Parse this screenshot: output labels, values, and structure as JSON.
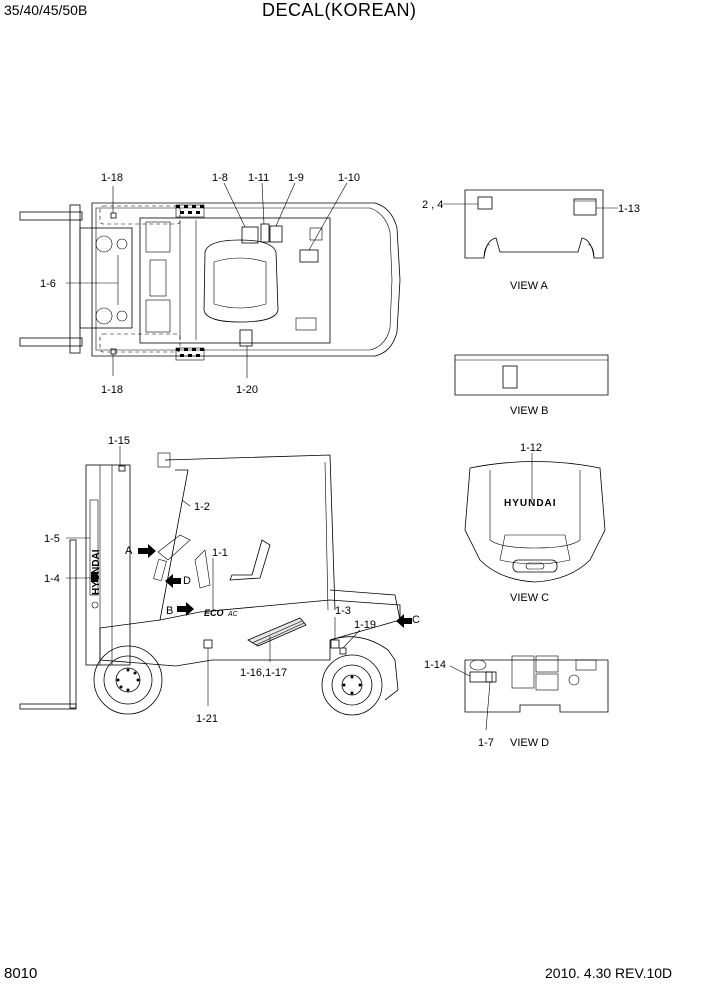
{
  "header": {
    "model": "35/40/45/50B",
    "title": "DECAL(KOREAN)"
  },
  "footer": {
    "page": "8010",
    "revision": "2010. 4.30  REV.10D"
  },
  "views": {
    "a": "VIEW A",
    "b": "VIEW B",
    "c": "VIEW C",
    "d": "VIEW D"
  },
  "top_view": {
    "l_1_18_top": "1-18",
    "l_1_8": "1-8",
    "l_1_11": "1-11",
    "l_1_9": "1-9",
    "l_1_10": "1-10",
    "l_1_6": "1-6",
    "l_1_18_bottom": "1-18",
    "l_1_20": "1-20"
  },
  "view_a_labels": {
    "l_2_4": "2 , 4",
    "l_1_13": "1-13"
  },
  "view_c_labels": {
    "l_1_12": "1-12",
    "brand": "HYUNDAI"
  },
  "view_d_labels": {
    "l_1_14": "1-14",
    "l_1_7": "1-7"
  },
  "side_view": {
    "l_1_15": "1-15",
    "l_1_2": "1-2",
    "l_1_5": "1-5",
    "l_a": "A",
    "l_1_1": "1-1",
    "l_d": "D",
    "l_1_4": "1-4",
    "l_b": "B",
    "l_1_3": "1-3",
    "l_c": "C",
    "l_1_19": "1-19",
    "l_1_16_17": "1-16,1-17",
    "l_1_21": "1-21",
    "mast_brand": "HYUNDAI",
    "badge": "ECO",
    "badge_sub": "AC"
  }
}
